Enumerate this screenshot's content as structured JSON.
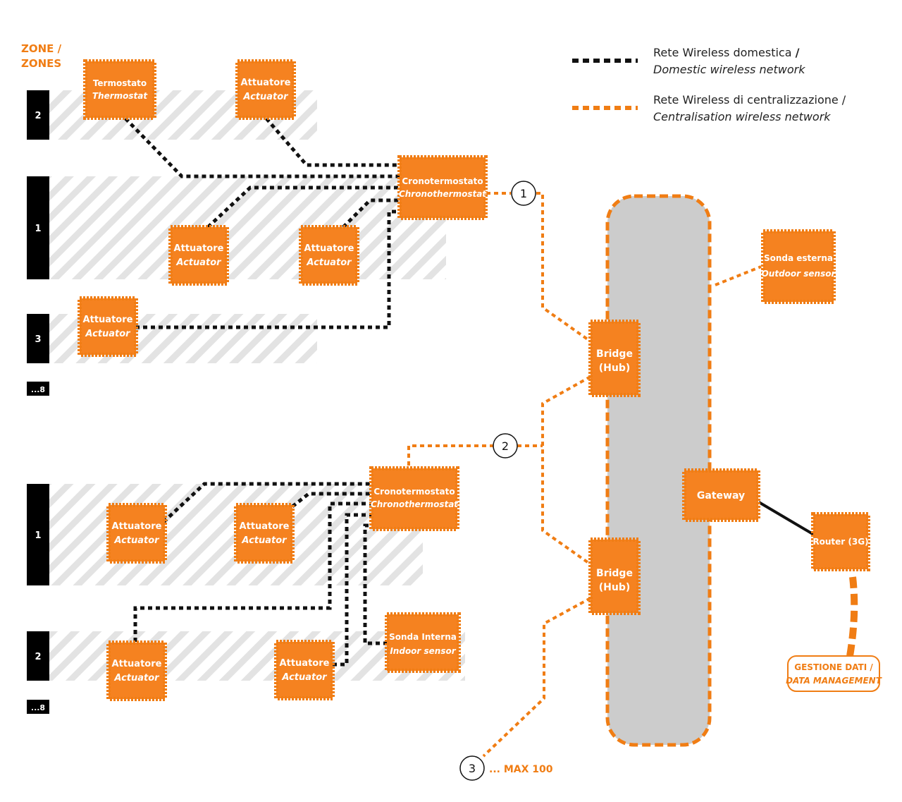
{
  "zones_label_line1": "ZONE /",
  "zones_label_line2": "ZONES",
  "legend": {
    "domestic_it": "Rete Wireless domestica",
    "domestic_slash": "/",
    "domestic_en": "Domestic wireless network",
    "central_it": "Rete Wireless di centralizzazione /",
    "central_en": "Centralisation wireless network",
    "domestic_color": "#111111",
    "central_color": "#f07d14"
  },
  "group1": {
    "zones": [
      {
        "num": "2"
      },
      {
        "num": "1"
      },
      {
        "num": "3"
      },
      {
        "num": "...8"
      }
    ],
    "thermostat": {
      "title": "Termostato",
      "sub": "Thermostat"
    },
    "actuator_top": {
      "title": "Attuatore",
      "sub": "Actuator"
    },
    "actuator_z1a": {
      "title": "Attuatore",
      "sub": "Actuator"
    },
    "actuator_z1b": {
      "title": "Attuatore",
      "sub": "Actuator"
    },
    "actuator_z3": {
      "title": "Attuatore",
      "sub": "Actuator"
    },
    "chrono": {
      "title": "Cronotermostato",
      "sub": "Chronothermostat"
    }
  },
  "group2": {
    "zones": [
      {
        "num": "1"
      },
      {
        "num": "2"
      },
      {
        "num": "...8"
      }
    ],
    "chrono": {
      "title": "Cronotermostato",
      "sub": "Chronothermostat"
    },
    "actuator_z1a": {
      "title": "Attuatore",
      "sub": "Actuator"
    },
    "actuator_z1b": {
      "title": "Attuatore",
      "sub": "Actuator"
    },
    "actuator_z2a": {
      "title": "Attuatore",
      "sub": "Actuator"
    },
    "actuator_z2b": {
      "title": "Attuatore",
      "sub": "Actuator"
    },
    "indoor": {
      "title": "Sonda Interna",
      "sub": "Indoor sensor"
    }
  },
  "circles": {
    "one": "1",
    "two": "2",
    "three": "3"
  },
  "max_label": "... MAX 100",
  "bridge_top": {
    "line1": "Bridge",
    "line2": "(Hub)"
  },
  "bridge_bottom": {
    "line1": "Bridge",
    "line2": "(Hub)"
  },
  "gateway": "Gateway",
  "outdoor": {
    "title": "Sonda esterna",
    "sub": "Outdoor sensor"
  },
  "router": "Router (3G)",
  "data_mgmt": {
    "line1": "GESTIONE DATI /",
    "line2": "DATA MANAGEMENT"
  }
}
